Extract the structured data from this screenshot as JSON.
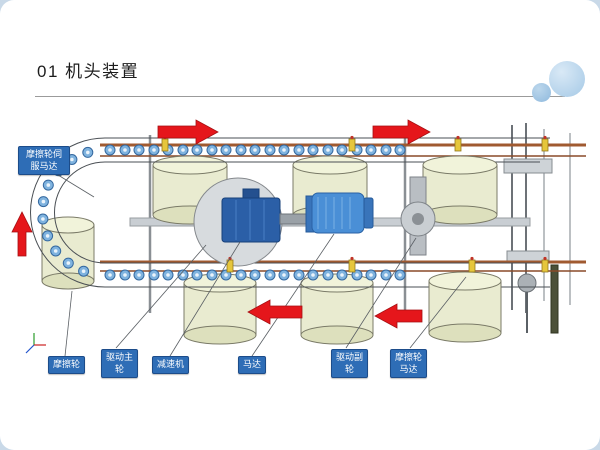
{
  "slide": {
    "title": "01 机头装置"
  },
  "labels": {
    "servo_motor": "摩擦轮伺\n服马达",
    "friction_wheel": "摩擦轮",
    "drive_main_wheel": "驱动主\n轮",
    "reducer": "减速机",
    "motor": "马达",
    "drive_sub_wheel": "驱动副\n轮",
    "friction_wheel_motor": "摩擦轮\n马达"
  },
  "colors": {
    "label_bg": "#2e6db6",
    "label_text": "#ffffff",
    "arrow_red": "#e5161b",
    "drum_fill": "#e9ebd0",
    "roller_blue": "#7fb3df",
    "gearbox_blue": "#2b5fa7",
    "motor_blue": "#4a8fd6",
    "rail_brown": "#a05a30",
    "slide_bg": "#ffffff",
    "page_bg": "#c9d9e8"
  }
}
